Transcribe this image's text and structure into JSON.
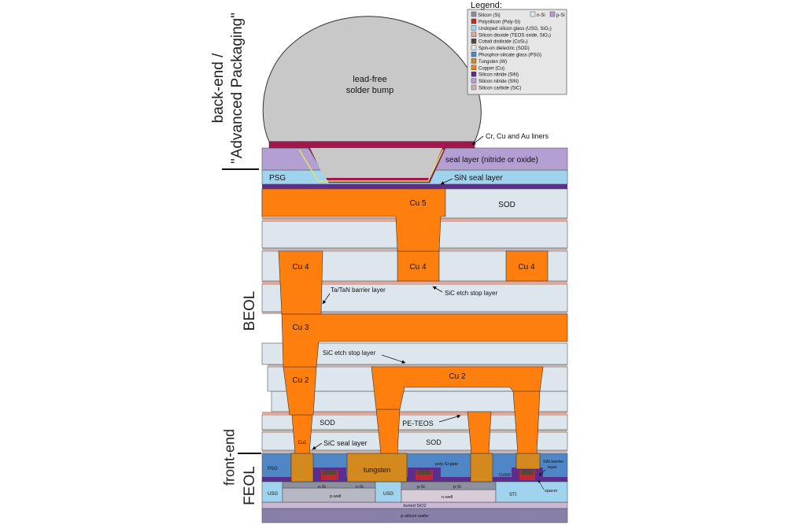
{
  "side_labels": {
    "backend_line1": "back-end /",
    "backend_line2": "\"Advanced Packaging\"",
    "beol": "BEOL",
    "frontend": "front-end",
    "feol": "FEOL"
  },
  "legend": {
    "title": "Legend:",
    "swatch_si": "Silicon (Si)",
    "swatch_nsi": "n-Si",
    "swatch_psi": "p-Si",
    "items": [
      {
        "label": "Polysilicon (Poly-Si)",
        "color": "#c0282d"
      },
      {
        "label": "Undoped silicon glass (USG, SiO₂)",
        "color": "#9fd3ee"
      },
      {
        "label": "Silicon dioxide (TEOS oxide, SiO₂)",
        "color": "#e0a898"
      },
      {
        "label": "Cobalt disilicide (CoSi₂)",
        "color": "#5a4636"
      },
      {
        "label": "Spin-on dielectric (SOD)",
        "color": "#dde6ec"
      },
      {
        "label": "Phosphor-silicate glass (PSG)",
        "color": "#4f86c6"
      },
      {
        "label": "Tungsten (W)",
        "color": "#d4891e"
      },
      {
        "label": "Copper (Cu)",
        "color": "#ff7f0e"
      },
      {
        "label": "Silicon nitride (SiN)",
        "color": "#5b2d8e"
      },
      {
        "label": "Silicon nitride (SiN)",
        "color": "#b49fd2"
      },
      {
        "label": "Silicon carbide (SiC)",
        "color": "#c7b4b0"
      }
    ]
  },
  "colors": {
    "sod": "#dde6ec",
    "copper": "#ff7f0e",
    "tungsten": "#d4891e",
    "psg": "#4f86c6",
    "usg": "#9fd3ee",
    "seal": "#b49fd2",
    "sin": "#5b2d8e",
    "sic": "#c7b4b0",
    "poly": "#c0282d",
    "silicon": "#8c8fa0",
    "pwell": "#b8b8c4",
    "wafer": "#8a7fa8",
    "liner": "#a3174e"
  },
  "labels": {
    "solder_line1": "lead-free",
    "solder_line2": "solder bump",
    "liners": "Cr, Cu and Au liners",
    "seal_layer": "seal layer (nitride or oxide)",
    "psg_top": "PSG",
    "sin_seal": "SiN seal layer",
    "cu5": "Cu 5",
    "sod_top": "SOD",
    "cu4": "Cu 4",
    "tatan": "Ta/TaN barrier layer",
    "sic_etch1": "SiC etch stop layer",
    "cu3": "Cu 3",
    "sic_etch2": "SiC etch stop layer",
    "cu2": "Cu 2",
    "sod_low": "SOD",
    "pe_teos": "PE-TEOS",
    "cu1": "Cu1",
    "sic_seal": "SiC seal layer",
    "sod_low2": "SOD",
    "psg_bottom": "PSG",
    "tungsten": "tungsten",
    "poly_gate": "poly-Si gate",
    "cosi2": "CoSi2",
    "sin_barrier_line1": "SiN barrier",
    "sin_barrier_line2": "layer",
    "usg_left": "USG",
    "usg_mid": "USG",
    "nsi_a": "n-Si",
    "nsi_b": "n-Si",
    "pwell": "p-well",
    "psi_a": "p-Si",
    "psi_b": "p-Si",
    "nwell": "n-well",
    "sti": "STI",
    "spacer": "spacer",
    "buried": "buried SiO2",
    "wafer": "p-silicon wafer"
  }
}
